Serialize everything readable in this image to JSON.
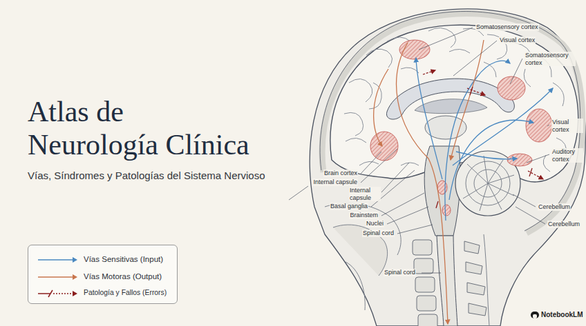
{
  "diagram": {
    "title": "Atlas de Neurología Clínica",
    "labels": [
      "Vías, Síndromes y Patologías del Sistema Nervioso",
      "Somatosensory cortex",
      "Visual cortex",
      "Somatosensory cortex",
      "Visual cortex",
      "Auditory cortex",
      "Cerebellum",
      "Cerebellum",
      "Brain cortex",
      "Internal capsule",
      "Internal capsule",
      "Basal ganglia",
      "Brainstem",
      "Nuclei",
      "Spinal cord",
      "Spinal cord",
      "NotebookLM"
    ],
    "legend": [
      {
        "text": "Vías Sensitivas (Input)"
      },
      {
        "text": "Vías Motoras (Output)"
      },
      {
        "text": "Patología y Fallos (Errors)"
      }
    ]
  }
}
